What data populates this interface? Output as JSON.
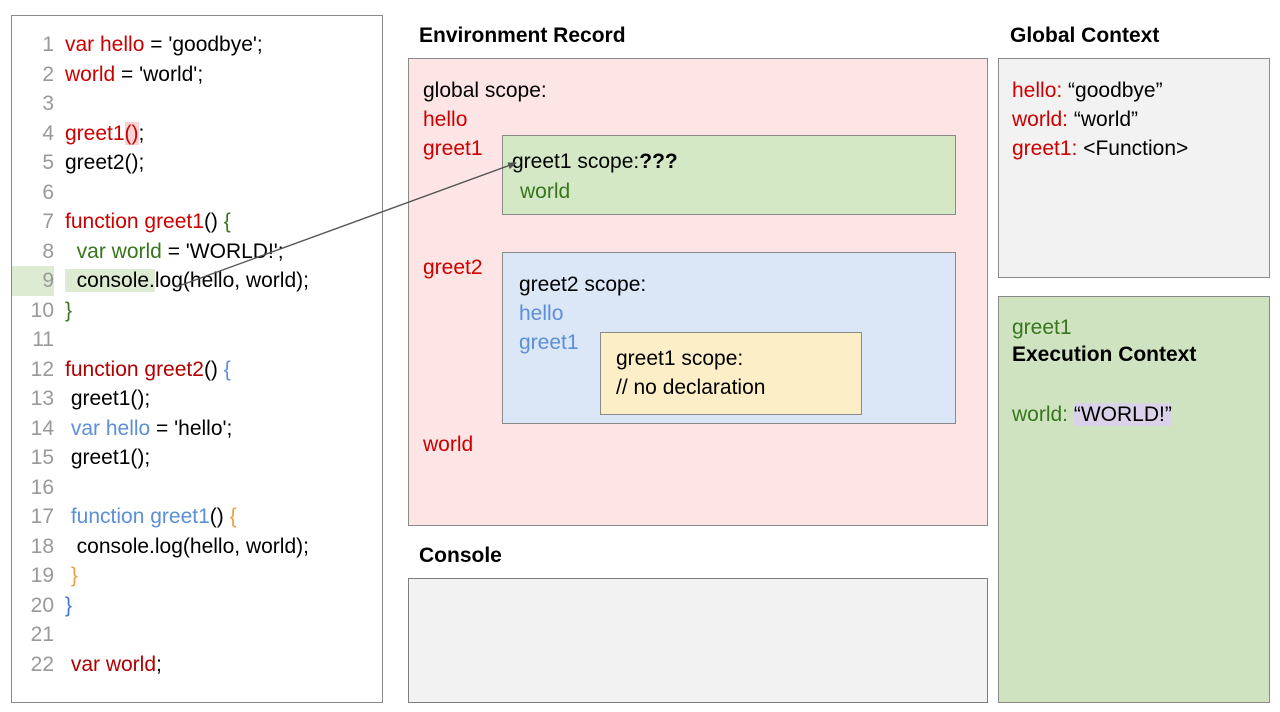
{
  "code_panel": {
    "lines": [
      {
        "num": "1",
        "segments": [
          {
            "t": "var hello",
            "c": "c-red"
          },
          {
            "t": " = 'goodbye';",
            "c": "c-black"
          }
        ]
      },
      {
        "num": "2",
        "segments": [
          {
            "t": "world",
            "c": "c-red"
          },
          {
            "t": " = 'world';",
            "c": "c-black"
          }
        ]
      },
      {
        "num": "3",
        "segments": []
      },
      {
        "num": "4",
        "segments": [
          {
            "t": "greet1",
            "c": "c-red"
          },
          {
            "t": "()",
            "c": "c-red hl-pink"
          },
          {
            "t": ";",
            "c": "c-black"
          }
        ]
      },
      {
        "num": "5",
        "segments": [
          {
            "t": "greet2();",
            "c": "c-black"
          }
        ]
      },
      {
        "num": "6",
        "segments": []
      },
      {
        "num": "7",
        "segments": [
          {
            "t": "function greet1",
            "c": "c-red"
          },
          {
            "t": "()",
            "c": "c-black"
          },
          {
            "t": " {",
            "c": "c-green"
          }
        ]
      },
      {
        "num": "8",
        "segments": [
          {
            "t": "  var world",
            "c": "c-green"
          },
          {
            "t": " = 'WORLD!';",
            "c": "c-black"
          }
        ]
      },
      {
        "num": "9",
        "numHighlight": true,
        "segments": [
          {
            "t": "  console.",
            "c": "c-black hl-green"
          },
          {
            "t": "log(hello, world);",
            "c": "c-black"
          }
        ]
      },
      {
        "num": "10",
        "segments": [
          {
            "t": "}",
            "c": "c-green"
          }
        ]
      },
      {
        "num": "11",
        "segments": []
      },
      {
        "num": "12",
        "segments": [
          {
            "t": "function greet2",
            "c": "c-dred"
          },
          {
            "t": "()",
            "c": "c-black"
          },
          {
            "t": " {",
            "c": "c-blue"
          }
        ]
      },
      {
        "num": "13",
        "segments": [
          {
            "t": " greet1();",
            "c": "c-black"
          }
        ]
      },
      {
        "num": "14",
        "segments": [
          {
            "t": " var hello",
            "c": "c-blue"
          },
          {
            "t": " = 'hello';",
            "c": "c-black"
          }
        ]
      },
      {
        "num": "15",
        "segments": [
          {
            "t": " greet1();",
            "c": "c-black"
          }
        ]
      },
      {
        "num": "16",
        "segments": []
      },
      {
        "num": "17",
        "segments": [
          {
            "t": " function greet1",
            "c": "c-blue"
          },
          {
            "t": "()",
            "c": "c-black"
          },
          {
            "t": " {",
            "c": "c-gold"
          }
        ]
      },
      {
        "num": "18",
        "segments": [
          {
            "t": "  console.log(hello, world);",
            "c": "c-black"
          }
        ]
      },
      {
        "num": "19",
        "segments": [
          {
            "t": " }",
            "c": "c-gold"
          }
        ]
      },
      {
        "num": "20",
        "segments": [
          {
            "t": "}",
            "c": "c-dblue"
          }
        ]
      },
      {
        "num": "21",
        "segments": []
      },
      {
        "num": "22",
        "segments": [
          {
            "t": " var world",
            "c": "c-dred"
          },
          {
            "t": ";",
            "c": "c-black"
          }
        ]
      }
    ]
  },
  "environment_record": {
    "title": "Environment Record",
    "global_scope_label": "global scope:",
    "global_vars": [
      "hello",
      "greet1",
      "greet2",
      "world"
    ],
    "greet1_scope": {
      "title_plain": "greet1 scope:",
      "title_bold": "???",
      "vars": [
        "world"
      ]
    },
    "greet2_scope": {
      "title": "greet2 scope:",
      "vars": [
        "hello",
        "greet1"
      ],
      "inner_greet1_scope": {
        "title": "greet1 scope:",
        "note": "// no declaration"
      }
    }
  },
  "console": {
    "title": "Console",
    "output": ""
  },
  "global_context": {
    "title": "Global Context",
    "rows": [
      {
        "key": "hello: ",
        "value": "“goodbye”"
      },
      {
        "key": "world: ",
        "value": "“world”"
      },
      {
        "key": "greet1: ",
        "value": "<Function>"
      }
    ]
  },
  "execution_context": {
    "function_name": "greet1",
    "heading": "Execution Context",
    "variable": {
      "key": "world: ",
      "value": "“WORLD!”"
    }
  },
  "colors": {
    "env_record_bg": "#fce5e4",
    "greet1_scope_bg": "#d4e8c6",
    "greet2_scope_bg": "#dbe6f7",
    "inner_scope_bg": "#fcefc8",
    "console_bg": "#f2f2f2",
    "global_context_bg": "#f2f2f2",
    "exec_context_bg": "#cfe3c1",
    "red_identifier": "#cc0000",
    "green_identifier": "#38761d",
    "blue_identifier": "#5b8fd6",
    "value_highlight": "#d9d2e9",
    "line_highlight": "#dcebd2",
    "paren_highlight": "#f7d3d3"
  }
}
